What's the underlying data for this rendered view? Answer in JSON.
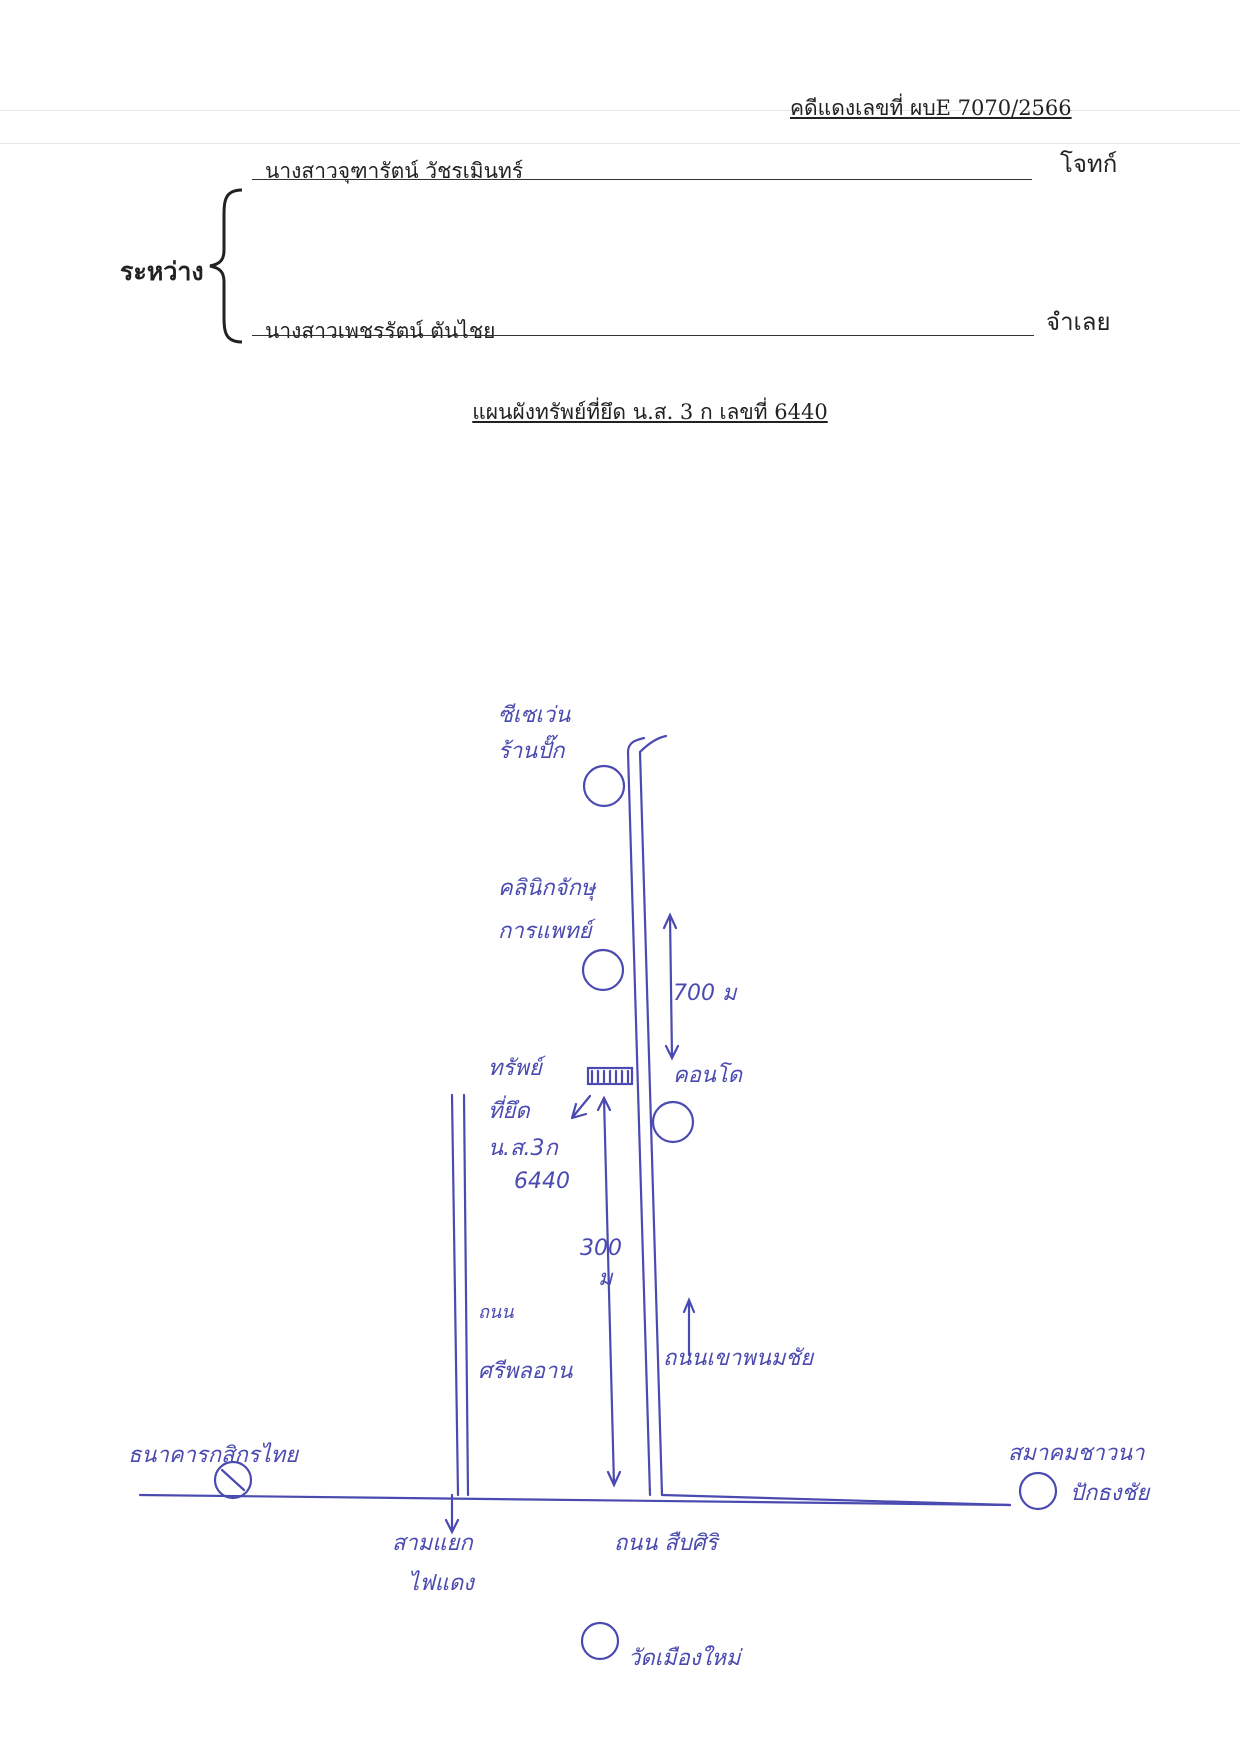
{
  "header": {
    "case_number": "คดีแดงเลขที่ ผบE 7070/2566",
    "between_label": "ระหว่าง",
    "plaintiff_name": "นางสาวจุฑารัตน์ วัชรเมินทร์",
    "plaintiff_role": "โจทก์",
    "defendant_name": "นางสาวเพชรรัตน์ ตันไชย",
    "defendant_role": "จำเลย"
  },
  "title": "แผนผังทรัพย์ที่ยึด น.ส. 3 ก เลขที่ 6440",
  "map": {
    "ink_color": "#4a4ab0",
    "labels": {
      "seven_eleven_line1": "ซีเซเว่น",
      "seven_eleven_line2": "ร้านปั๊ก",
      "clinic_line1": "คลินิกจักษุ",
      "clinic_line2": "การแพทย์",
      "distance_700": "700 ม",
      "shop": "คอนโด",
      "property_line1": "ทรัพย์",
      "property_line2": "ที่ยึด",
      "property_line3": "น.ส.3ก",
      "property_line4": "6440",
      "distance_300_line1": "300",
      "distance_300_line2": "ม",
      "road_sri_line1": "ถนน",
      "road_sri_line2": "ศรีพลอาน",
      "road_pak": "ถนนเขาพนมชัย",
      "bank": "ธนาคารกสิกรไทย",
      "coop_line1": "สมาคมชาวนา",
      "coop_line2": "ปักธงชัย",
      "junction_line1": "สามแยก",
      "junction_line2": "ไฟแดง",
      "road_main": "ถนน สืบศิริ",
      "temple": "วัดเมืองใหม่"
    }
  }
}
